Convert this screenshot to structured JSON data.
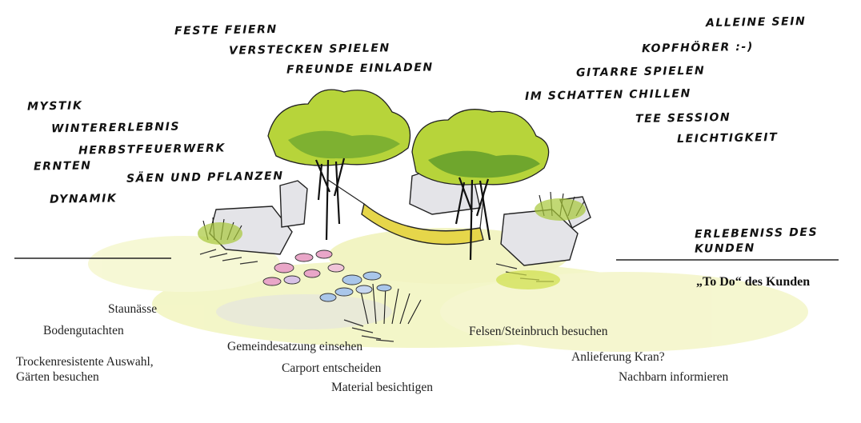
{
  "left_keywords": [
    "MYSTIK",
    "WINTERERLEBNIS",
    "HERBSTFEUERWERK",
    "ERNTEN",
    "SÄEN UND PFLANZEN",
    "DYNAMIK"
  ],
  "top_keywords": [
    "FESTE FEIERN",
    "VERSTECKEN SPIELEN",
    "FREUNDE EINLADEN"
  ],
  "right_keywords": [
    "ALLEINE SEIN",
    "KOPFHÖRER :-)",
    "GITARRE SPIELEN",
    "IM SCHATTEN CHILLEN",
    "TEE SESSION",
    "LEICHTIGKEIT"
  ],
  "section_label": [
    "ERLEBENISS DES",
    "KUNDEN"
  ],
  "todo_heading": "„To Do“ des Kunden",
  "todo_items": [
    "Staunässe",
    "Bodengutachten",
    "Trockenresistente Auswahl,",
    "Gärten besuchen",
    "Gemeindesatzung einsehen",
    "Carport entscheiden",
    "Material besichtigen",
    "Felsen/Steinbruch besuchen",
    "Anlieferung Kran?",
    "Nachbarn informieren"
  ],
  "colors": {
    "foliage_light": "#c8dc3a",
    "foliage_dark": "#5c9a2a",
    "hammock": "#e2d23c",
    "wash": "#eef2a8",
    "rock": "#d8d8dc",
    "ink": "#111111",
    "flower_pink": "#e9a6c8",
    "flower_blue": "#a9c6ea"
  }
}
